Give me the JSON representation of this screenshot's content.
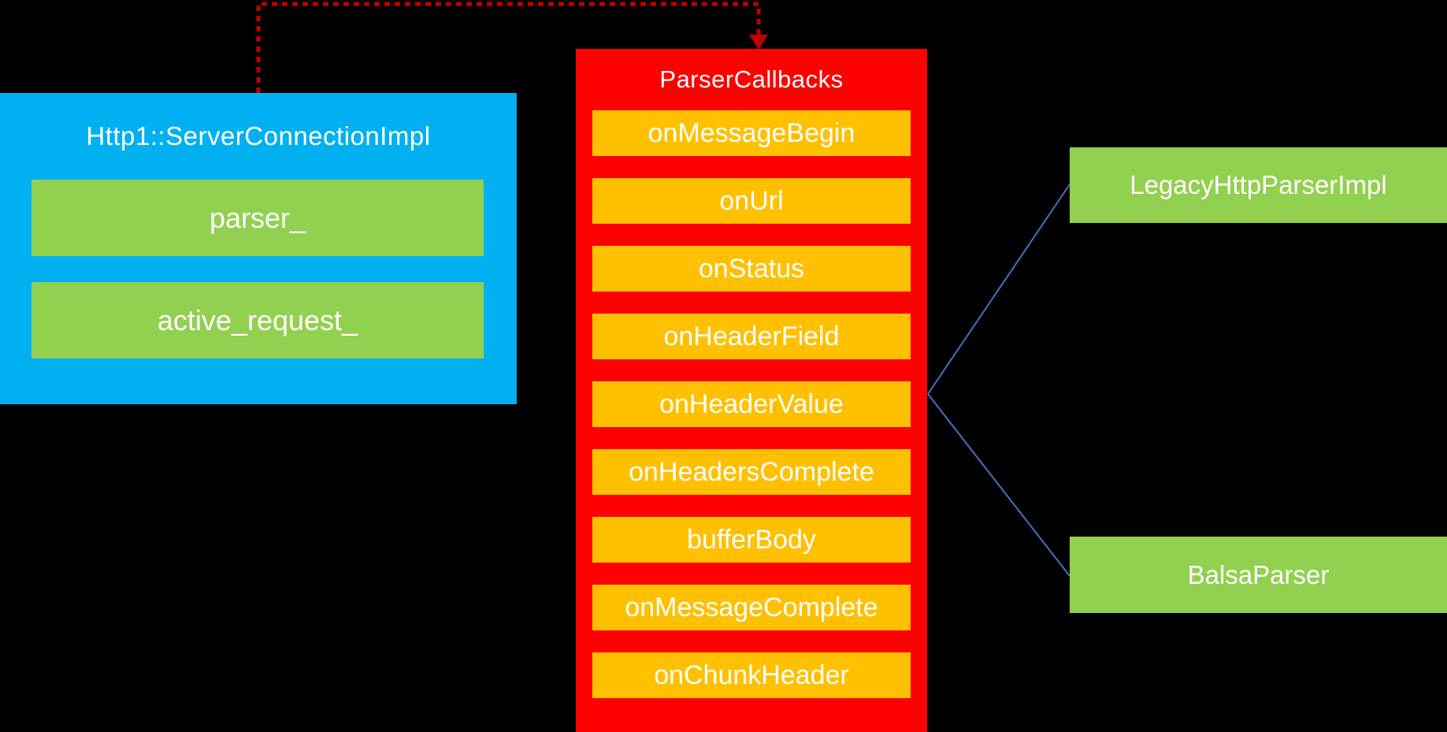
{
  "diagram": {
    "background_color": "#000000",
    "server_connection": {
      "title": "Http1::ServerConnectionImpl",
      "box_color": "#00B0F0",
      "field_color": "#92D050",
      "fields": {
        "parser": "parser_",
        "active_request": "active_request_"
      }
    },
    "parser_callbacks": {
      "title": "ParserCallbacks",
      "box_color": "#FF0000",
      "item_color": "#FFC000",
      "items": [
        "onMessageBegin",
        "onUrl",
        "onStatus",
        "onHeaderField",
        "onHeaderValue",
        "onHeadersComplete",
        "bufferBody",
        "onMessageComplete",
        "onChunkHeader"
      ]
    },
    "implementations": {
      "box_color": "#92D050",
      "legacy": "LegacyHttpParserImpl",
      "balsa": "BalsaParser"
    },
    "connectors": {
      "dashed_arrow_color": "#C00000",
      "line_color": "#4472C4"
    }
  }
}
